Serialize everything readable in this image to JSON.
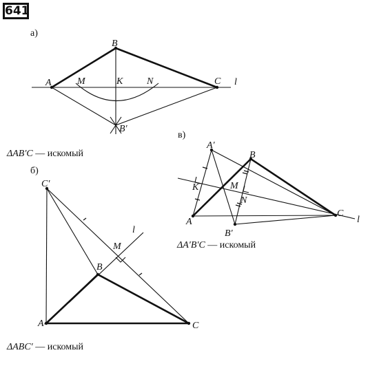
{
  "problem_number": "641",
  "sections": {
    "a": {
      "label": "а)",
      "caption_triangle": "ΔAB′C",
      "caption_text": "— искомый",
      "points": {
        "A": "A",
        "B": "B",
        "C": "C",
        "K": "K",
        "M": "M",
        "N": "N",
        "B_prime": "B′"
      },
      "line_label": "l"
    },
    "b": {
      "label": "б)",
      "caption_triangle": "ΔABC′",
      "caption_text": "— искомый",
      "points": {
        "A": "A",
        "B": "B",
        "C": "C",
        "M": "M",
        "C_prime": "C′"
      },
      "line_label": "l"
    },
    "v": {
      "label": "в)",
      "caption_triangle": "ΔA′B′C",
      "caption_text": "— искомый",
      "points": {
        "A": "A",
        "B": "B",
        "C": "C",
        "K": "K",
        "M": "M",
        "N": "N",
        "A_prime": "A′",
        "B_prime": "B′"
      },
      "line_label": "l"
    }
  }
}
